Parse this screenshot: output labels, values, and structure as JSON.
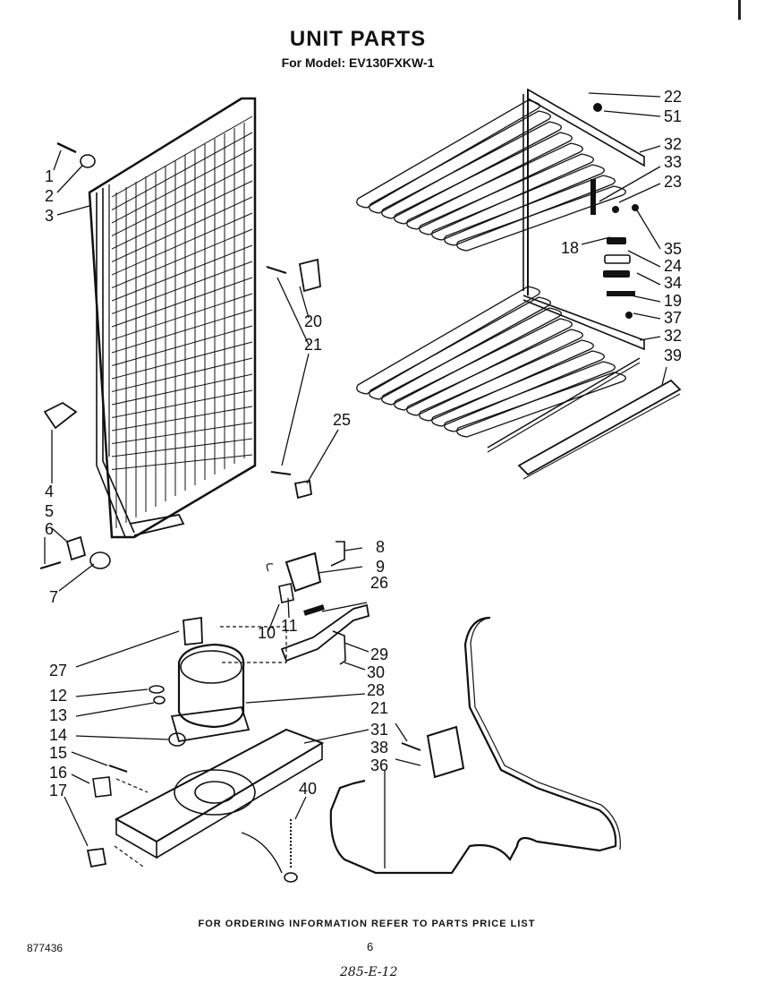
{
  "header": {
    "title": "UNIT PARTS",
    "model": "For Model: EV130FXKW-1"
  },
  "footer": {
    "note": "FOR ORDERING INFORMATION REFER TO PARTS PRICE LIST",
    "doc_number": "877436",
    "page_number": "6",
    "handwritten": "285-E-12"
  },
  "callouts": {
    "c1": "1",
    "c2": "2",
    "c3": "3",
    "c4": "4",
    "c5": "5",
    "c6": "6",
    "c7": "7",
    "c8": "8",
    "c9": "9",
    "c10": "10",
    "c11": "11",
    "c12": "12",
    "c13": "13",
    "c14": "14",
    "c15": "15",
    "c16": "16",
    "c17": "17",
    "c18": "18",
    "c19": "19",
    "c20": "20",
    "c21a": "21",
    "c21b": "21",
    "c22": "22",
    "c23": "23",
    "c24": "24",
    "c25": "25",
    "c26": "26",
    "c27": "27",
    "c28": "28",
    "c29": "29",
    "c30": "30",
    "c31": "31",
    "c32a": "32",
    "c32b": "32",
    "c33": "33",
    "c34": "34",
    "c35": "35",
    "c36": "36",
    "c37": "37",
    "c38": "38",
    "c39": "39",
    "c40": "40",
    "c51": "51"
  }
}
